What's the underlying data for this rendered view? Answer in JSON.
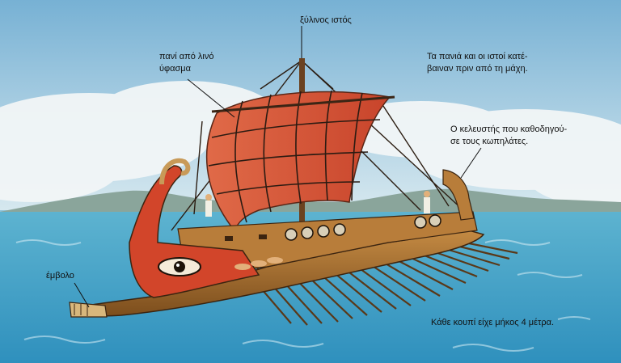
{
  "labels": {
    "mast": "ξύλινος ιστός",
    "linen_sail": [
      "πανί από λινό",
      "ύφασμα"
    ],
    "sails_note": [
      "Τα πανιά και οι ιστοί κατέ-",
      "βαιναν πριν από τη μάχη."
    ],
    "keleustis": [
      "Ο κελευστής που καθοδηγού-",
      "σε τους κωπηλάτες."
    ],
    "ram": "έμβολο",
    "oar_length": "Κάθε κουπί είχε μήκος 4 μέτρα."
  },
  "colors": {
    "sky_top": "#7fb6d6",
    "sky_bottom": "#cfe4ee",
    "sea": "#3d9fc4",
    "hull_wood": "#a8712f",
    "hull_red": "#d2452a",
    "sail": "#d8563a"
  }
}
